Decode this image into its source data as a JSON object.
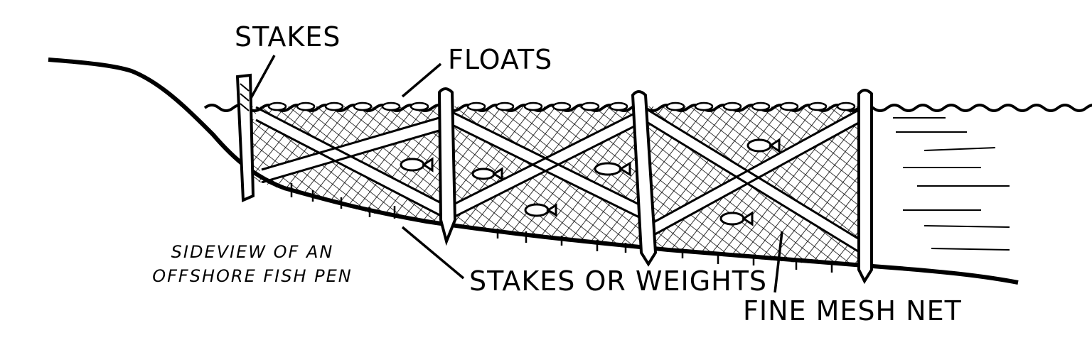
{
  "labels": {
    "stakes_top": "STAKES",
    "floats": "FLOATS",
    "stakes_or_weights": "STAKES OR WEIGHTS",
    "fine_mesh_net": "FINE MESH NET"
  },
  "caption": {
    "line1": "SIDEVIEW OF AN",
    "line2": "OFFSHORE FISH PEN"
  },
  "colors": {
    "ink": "#000000",
    "paper": "#ffffff"
  }
}
